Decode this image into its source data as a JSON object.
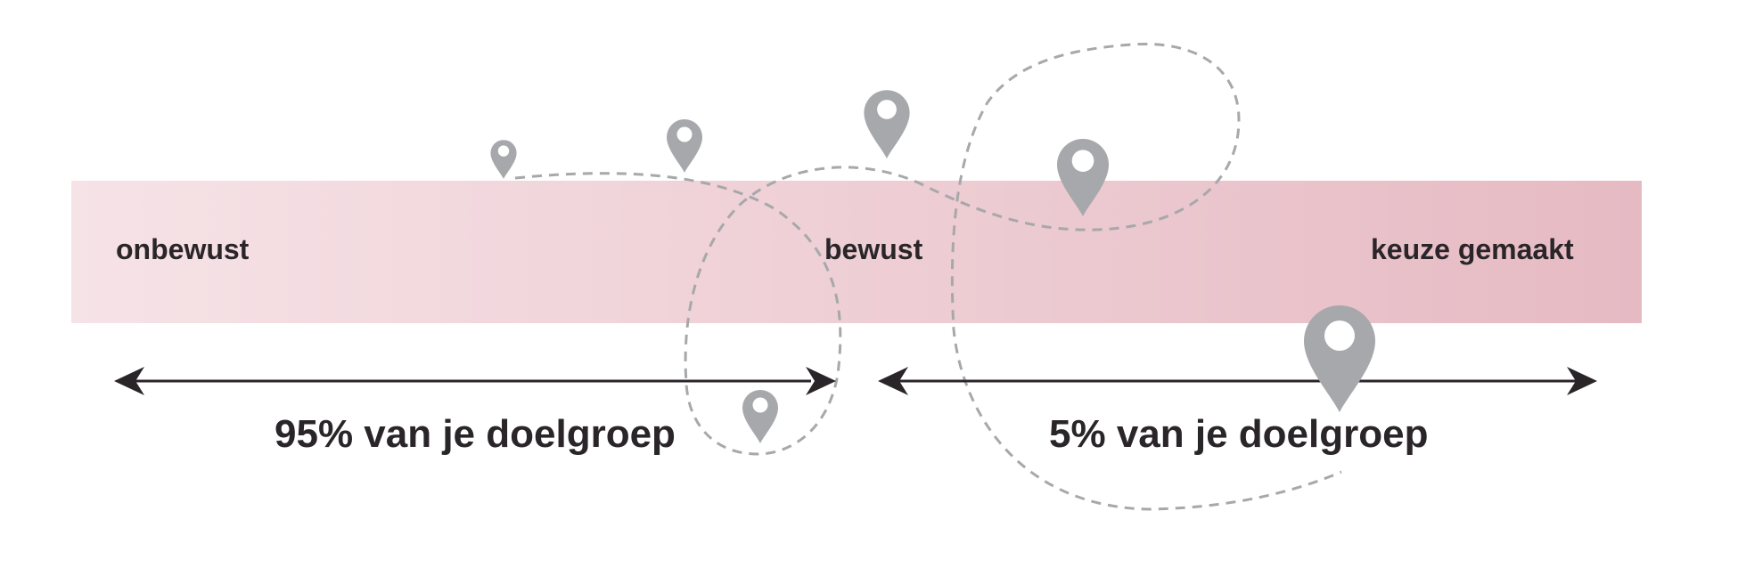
{
  "colors": {
    "band_start": "#f6e3e7",
    "band_end": "#e6bac3",
    "ink": "#2a2528",
    "pin": "#a7a8ab",
    "path": "#a7a8ab"
  },
  "stages": {
    "start": "onbewust",
    "middle": "bewust",
    "end": "keuze gemaakt"
  },
  "groups": {
    "left": "95% van je doelgroep",
    "right": "5% van je doelgroep"
  },
  "icons": {
    "pin": "map-pin-icon",
    "arrow": "double-arrow"
  }
}
